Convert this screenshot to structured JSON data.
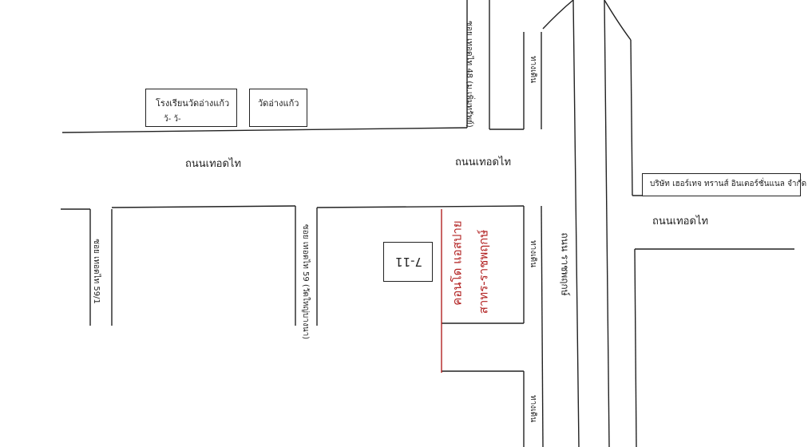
{
  "labels": {
    "road_tedthai_left": "ถนนเทอดไท",
    "road_tedthai_mid": "ถนนเทอดไท",
    "road_tedthai_right": "ถนนเทอดไท",
    "school": "โรงเรียนวัดอ่างแก้ว",
    "school_sub": "ว้-  ว้-",
    "temple": "วัดอ่างแก้ว",
    "soi_48": "ซอย เทอดไท 48 (ม.เพิ่มทรัพย์)",
    "soi_59": "ซอย เทอดไท 59 (วัดใหญ่บางนา)",
    "soi_59_1": "ซอย เทอดไท 59/1",
    "side_road_top": "ทางเดิน",
    "side_road_mid": "ทางเดิน",
    "side_road_bottom": "ทางเดิน",
    "seven_eleven": "7-11",
    "condo_name": "คอนโด แอสปาย",
    "condo_name_2": "สาทร-ราชพฤกษ์",
    "company": "บริษัท เฮอร์เทจ ทรานส์ อินเตอร์ชั่นแนล จำกัด",
    "main_road": "ถนน ราชพฤกษ์"
  },
  "colors": {
    "line": "#222222",
    "condo_accent": "#b22222"
  }
}
